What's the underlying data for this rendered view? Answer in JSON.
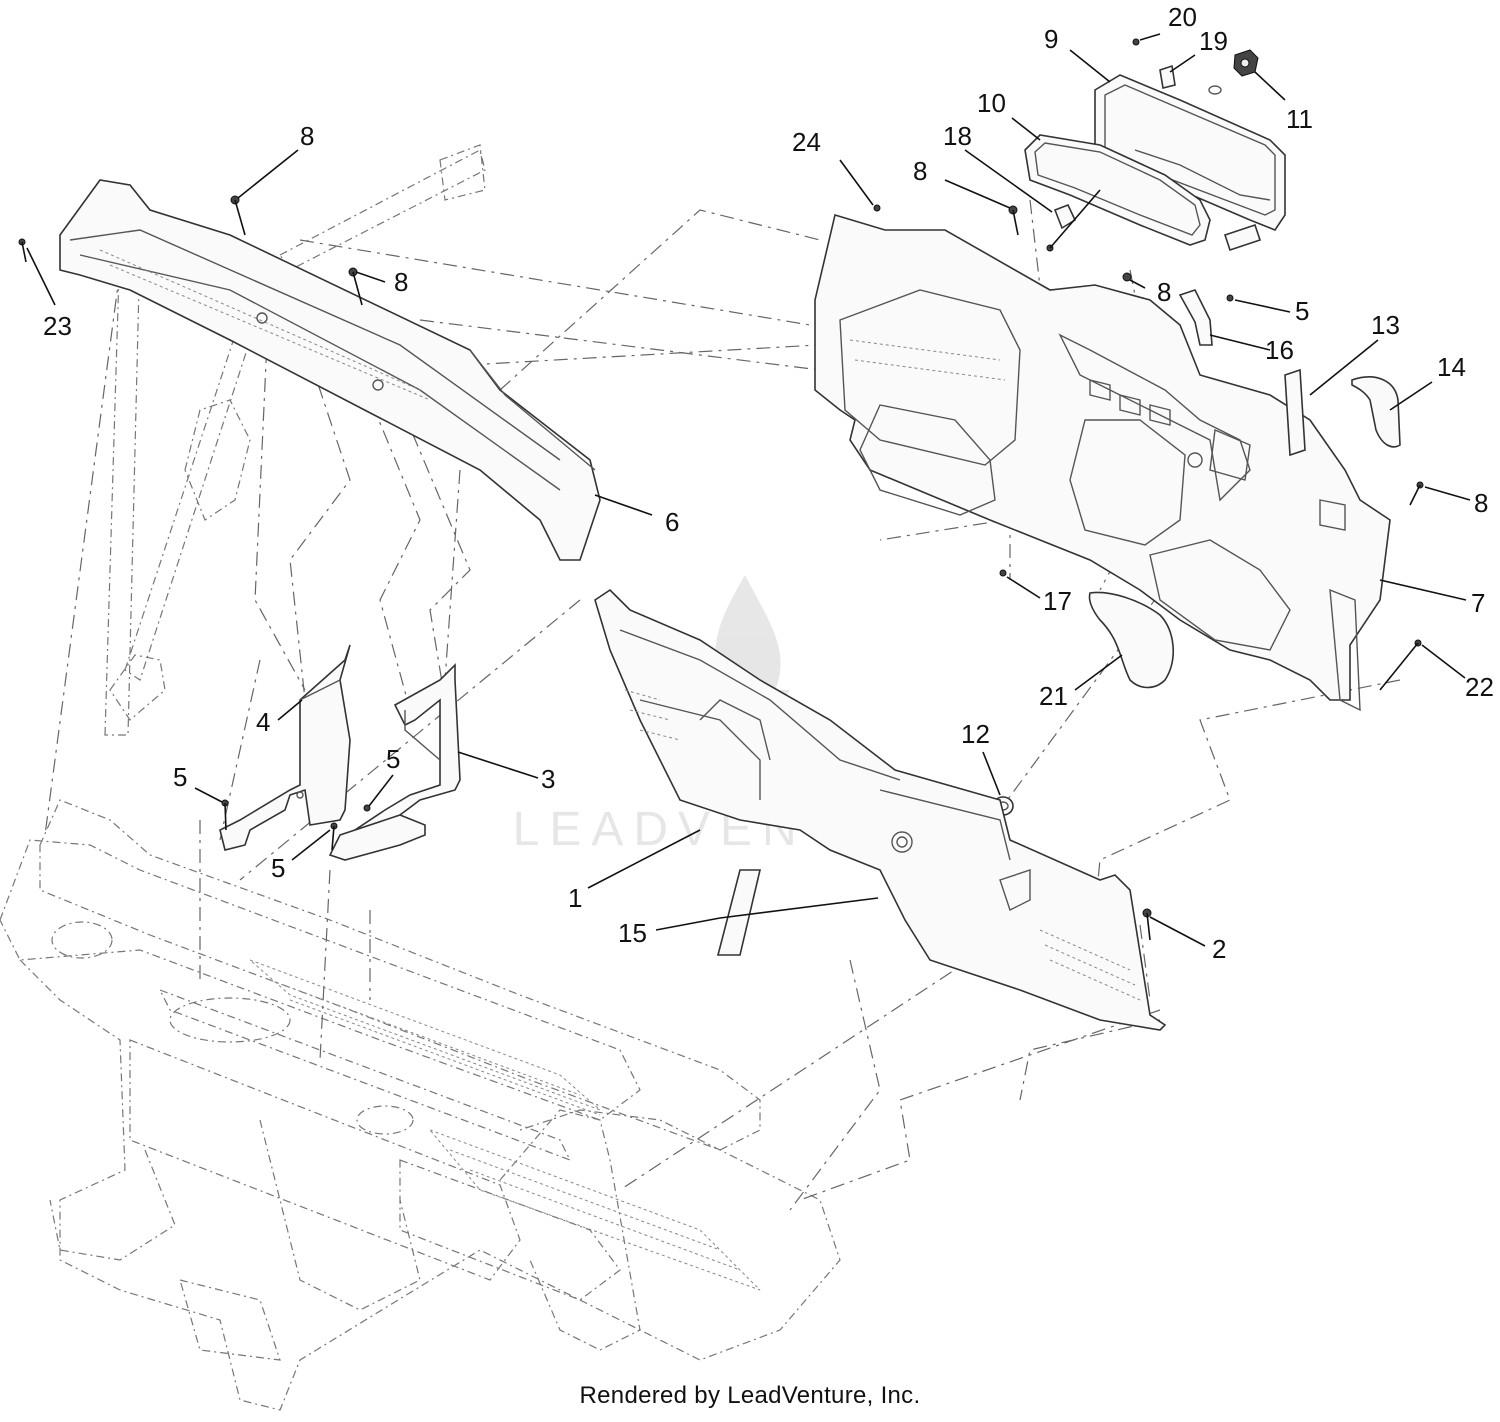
{
  "watermark": {
    "brand": "LEADVENTURE"
  },
  "footer": {
    "credit": "Rendered by LeadVenture, Inc."
  },
  "callouts": {
    "c1": "1",
    "c2": "2",
    "c3": "3",
    "c4": "4",
    "c5a": "5",
    "c5b": "5",
    "c5c": "5",
    "c5d": "5",
    "c6": "6",
    "c7": "7",
    "c8a": "8",
    "c8b": "8",
    "c8c": "8",
    "c8d": "8",
    "c8e": "8",
    "c9": "9",
    "c10": "10",
    "c11": "11",
    "c12": "12",
    "c13": "13",
    "c14": "14",
    "c15": "15",
    "c16": "16",
    "c17": "17",
    "c18": "18",
    "c19": "19",
    "c20": "20",
    "c21": "21",
    "c22": "22",
    "c23": "23",
    "c24": "24"
  }
}
